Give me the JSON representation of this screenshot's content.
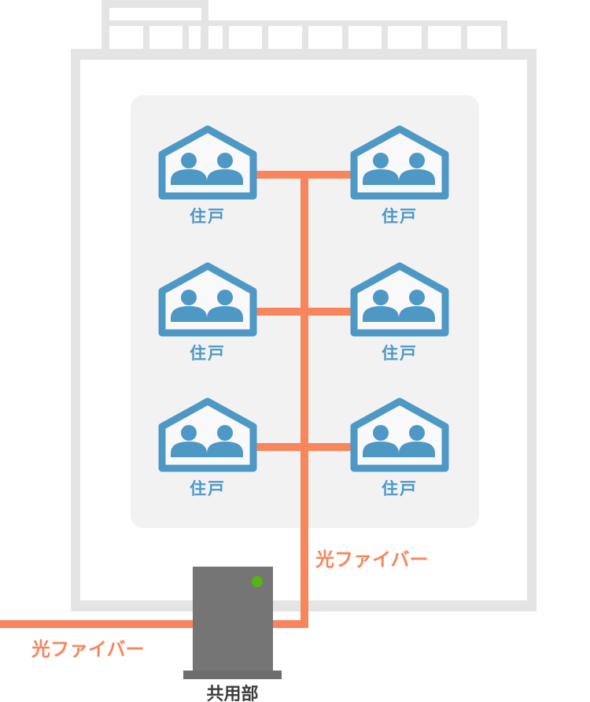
{
  "diagram": {
    "title_implied": "apartment-building optical fiber wiring diagram",
    "units": [
      {
        "label": "住戸"
      },
      {
        "label": "住戸"
      },
      {
        "label": "住戸"
      },
      {
        "label": "住戸"
      },
      {
        "label": "住戸"
      },
      {
        "label": "住戸"
      }
    ],
    "fiber": {
      "riser_label": "光ファイバー",
      "drop_label": "光ファイバー"
    },
    "device": {
      "label": "共用部",
      "led": "green"
    },
    "icons": {
      "house": "house-icon",
      "people": "people-icon",
      "led": "led-indicator-icon"
    },
    "colors": {
      "structure_gray": "#e4e4e5",
      "panel_gray": "#f2f2f3",
      "house_blue": "#4e98c6",
      "house_fill": "#f9f9f9",
      "fiber_orange": "#f8855c",
      "device_gray": "#757576",
      "device_base_gray": "#6e6e6f",
      "led_green": "#55b513",
      "label_dark": "#3d3d3d"
    }
  }
}
